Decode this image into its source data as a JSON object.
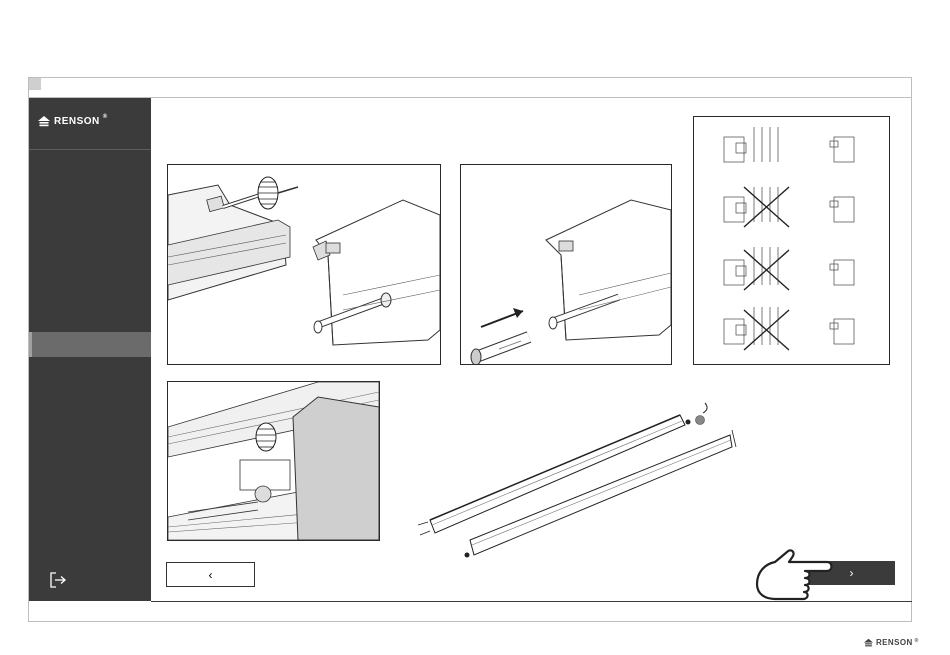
{
  "brand": {
    "name": "RENSON",
    "mark": "®"
  },
  "sidebar": {
    "active_item": ""
  },
  "nav": {
    "prev_symbol": "‹",
    "next_symbol": "›"
  },
  "icons": {
    "exit": "exit-icon",
    "hand": "pointing-hand-icon",
    "logo": "renson-logo-icon"
  },
  "panels": [
    {
      "id": "motor-insert",
      "label": ""
    },
    {
      "id": "tube-insert",
      "label": ""
    },
    {
      "id": "correct-incorrect",
      "label": ""
    },
    {
      "id": "installed",
      "label": ""
    },
    {
      "id": "rails",
      "label": ""
    }
  ],
  "colors": {
    "sidebar": "#3b3b3b",
    "active": "#6b6b6b",
    "frame": "#bdbdbd"
  }
}
